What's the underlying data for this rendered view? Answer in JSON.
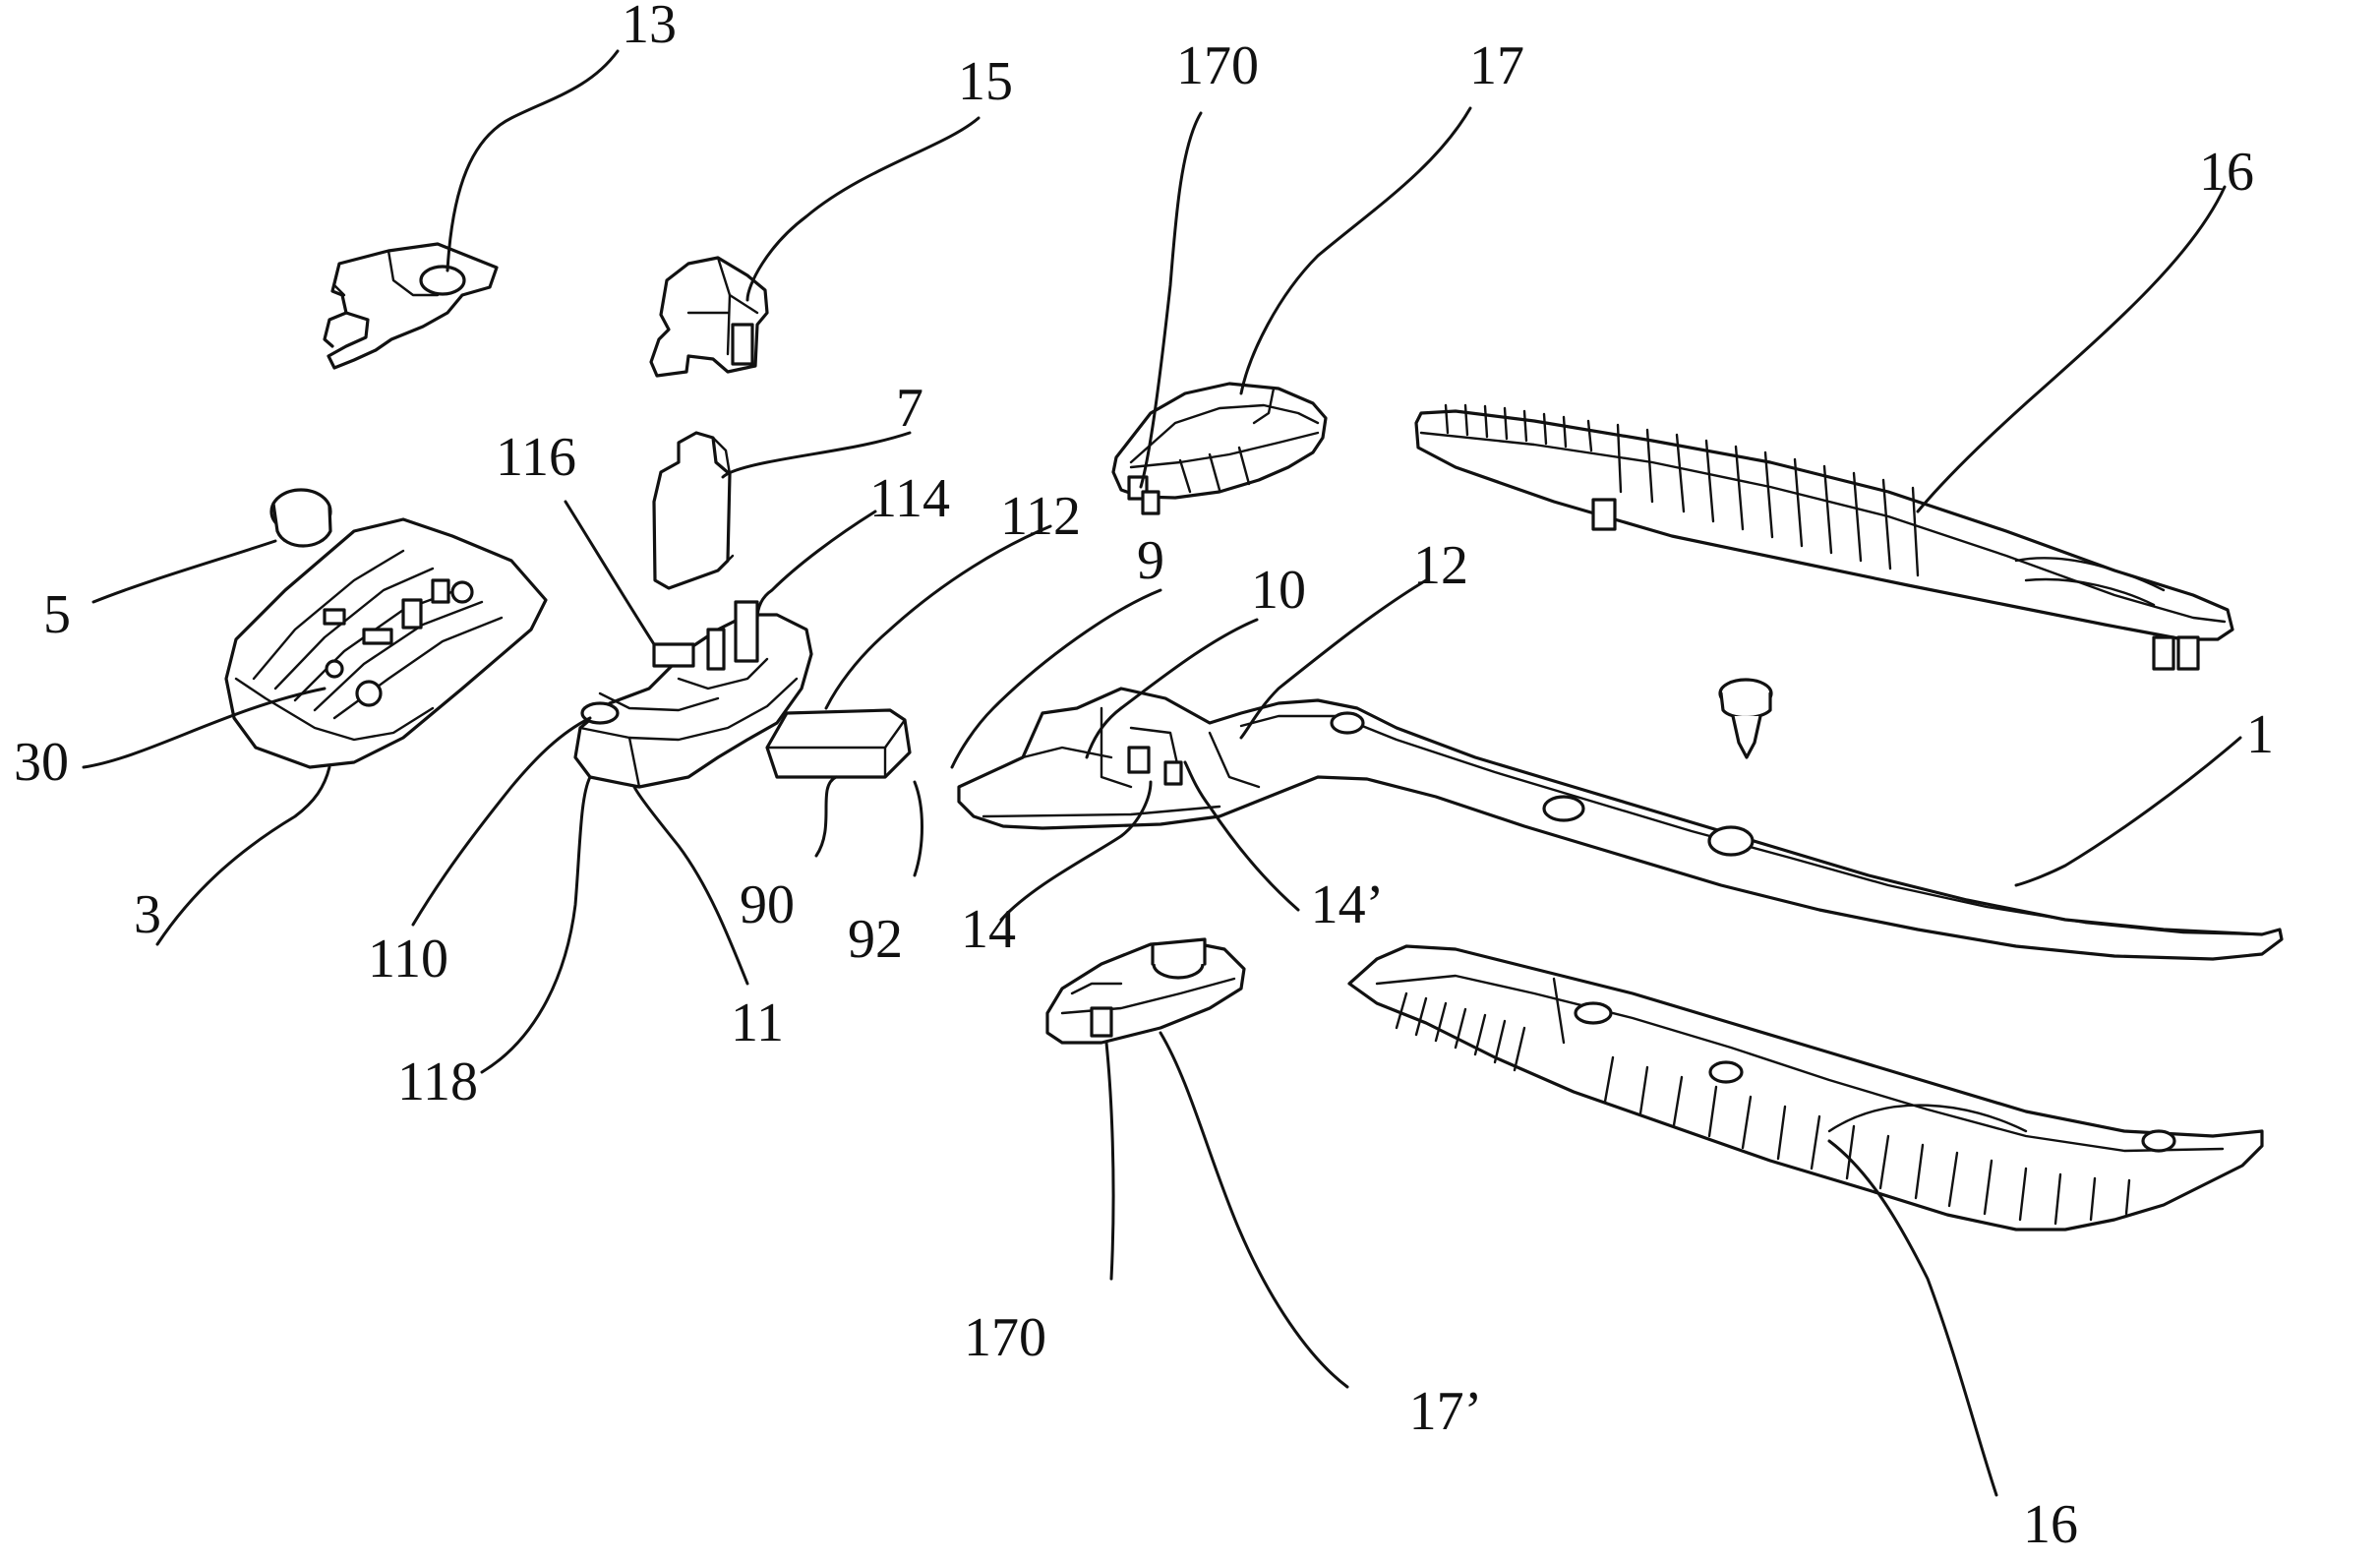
{
  "figure": {
    "labels": {
      "l13": "13",
      "l15": "15",
      "l170_top": "170",
      "l17_top": "17",
      "l16_top": "16",
      "l7": "7",
      "l116": "116",
      "l114": "114",
      "l112": "112",
      "l9": "9",
      "l10": "10",
      "l12": "12",
      "l5": "5",
      "l30": "30",
      "l3": "3",
      "l110": "110",
      "l118": "118",
      "l11": "11",
      "l90": "90",
      "l92": "92",
      "l14": "14",
      "l14p": "14’",
      "l1": "1",
      "l170_bottom": "170",
      "l17p": "17’",
      "l16_bottom": "16"
    }
  },
  "colors": {
    "line": "#111111",
    "background": "#ffffff"
  }
}
